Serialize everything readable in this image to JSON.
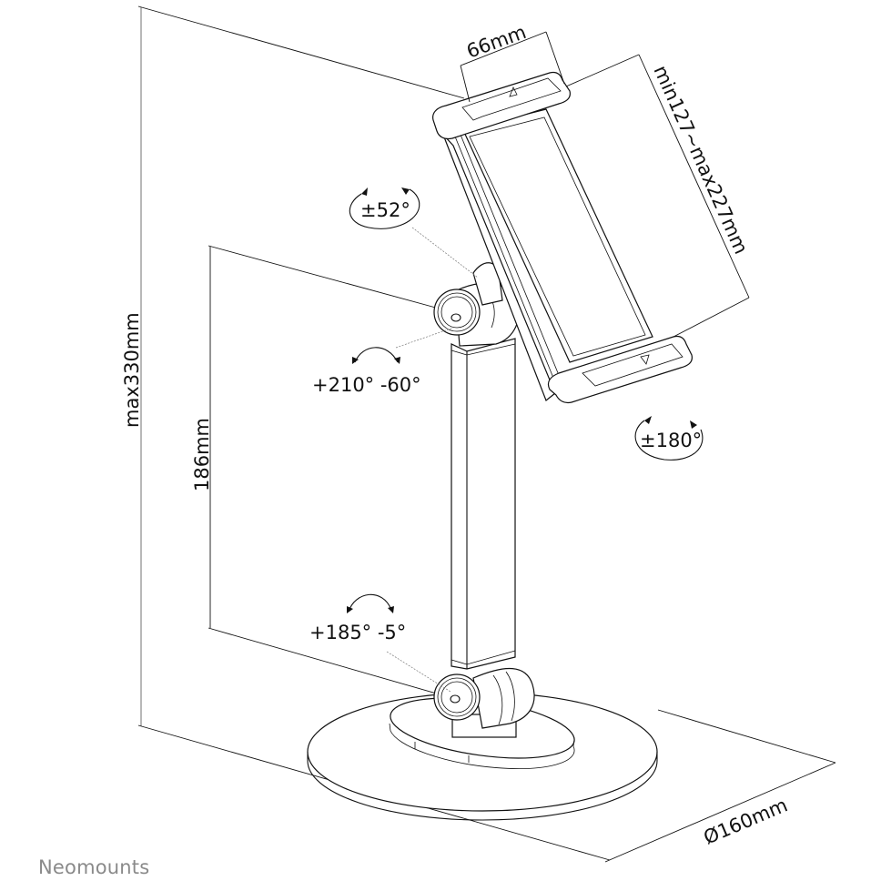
{
  "drawing": {
    "title": "Tablet desk stand dimension drawing",
    "dimensions": {
      "clamp_width": "66mm",
      "clamp_range": "min127~max227mm",
      "max_height": "max330mm",
      "pole_height": "186mm",
      "base_diameter": "Ø160mm"
    },
    "rotations": {
      "tablet_swivel": "±52°",
      "top_joint": "+210° -60°",
      "tablet_rotate": "±180°",
      "bottom_joint": "+185° -5°"
    },
    "brand": "Neomounts",
    "colors": {
      "line": "#111111",
      "brand_text": "#8a8a8a",
      "background": "#ffffff"
    }
  }
}
